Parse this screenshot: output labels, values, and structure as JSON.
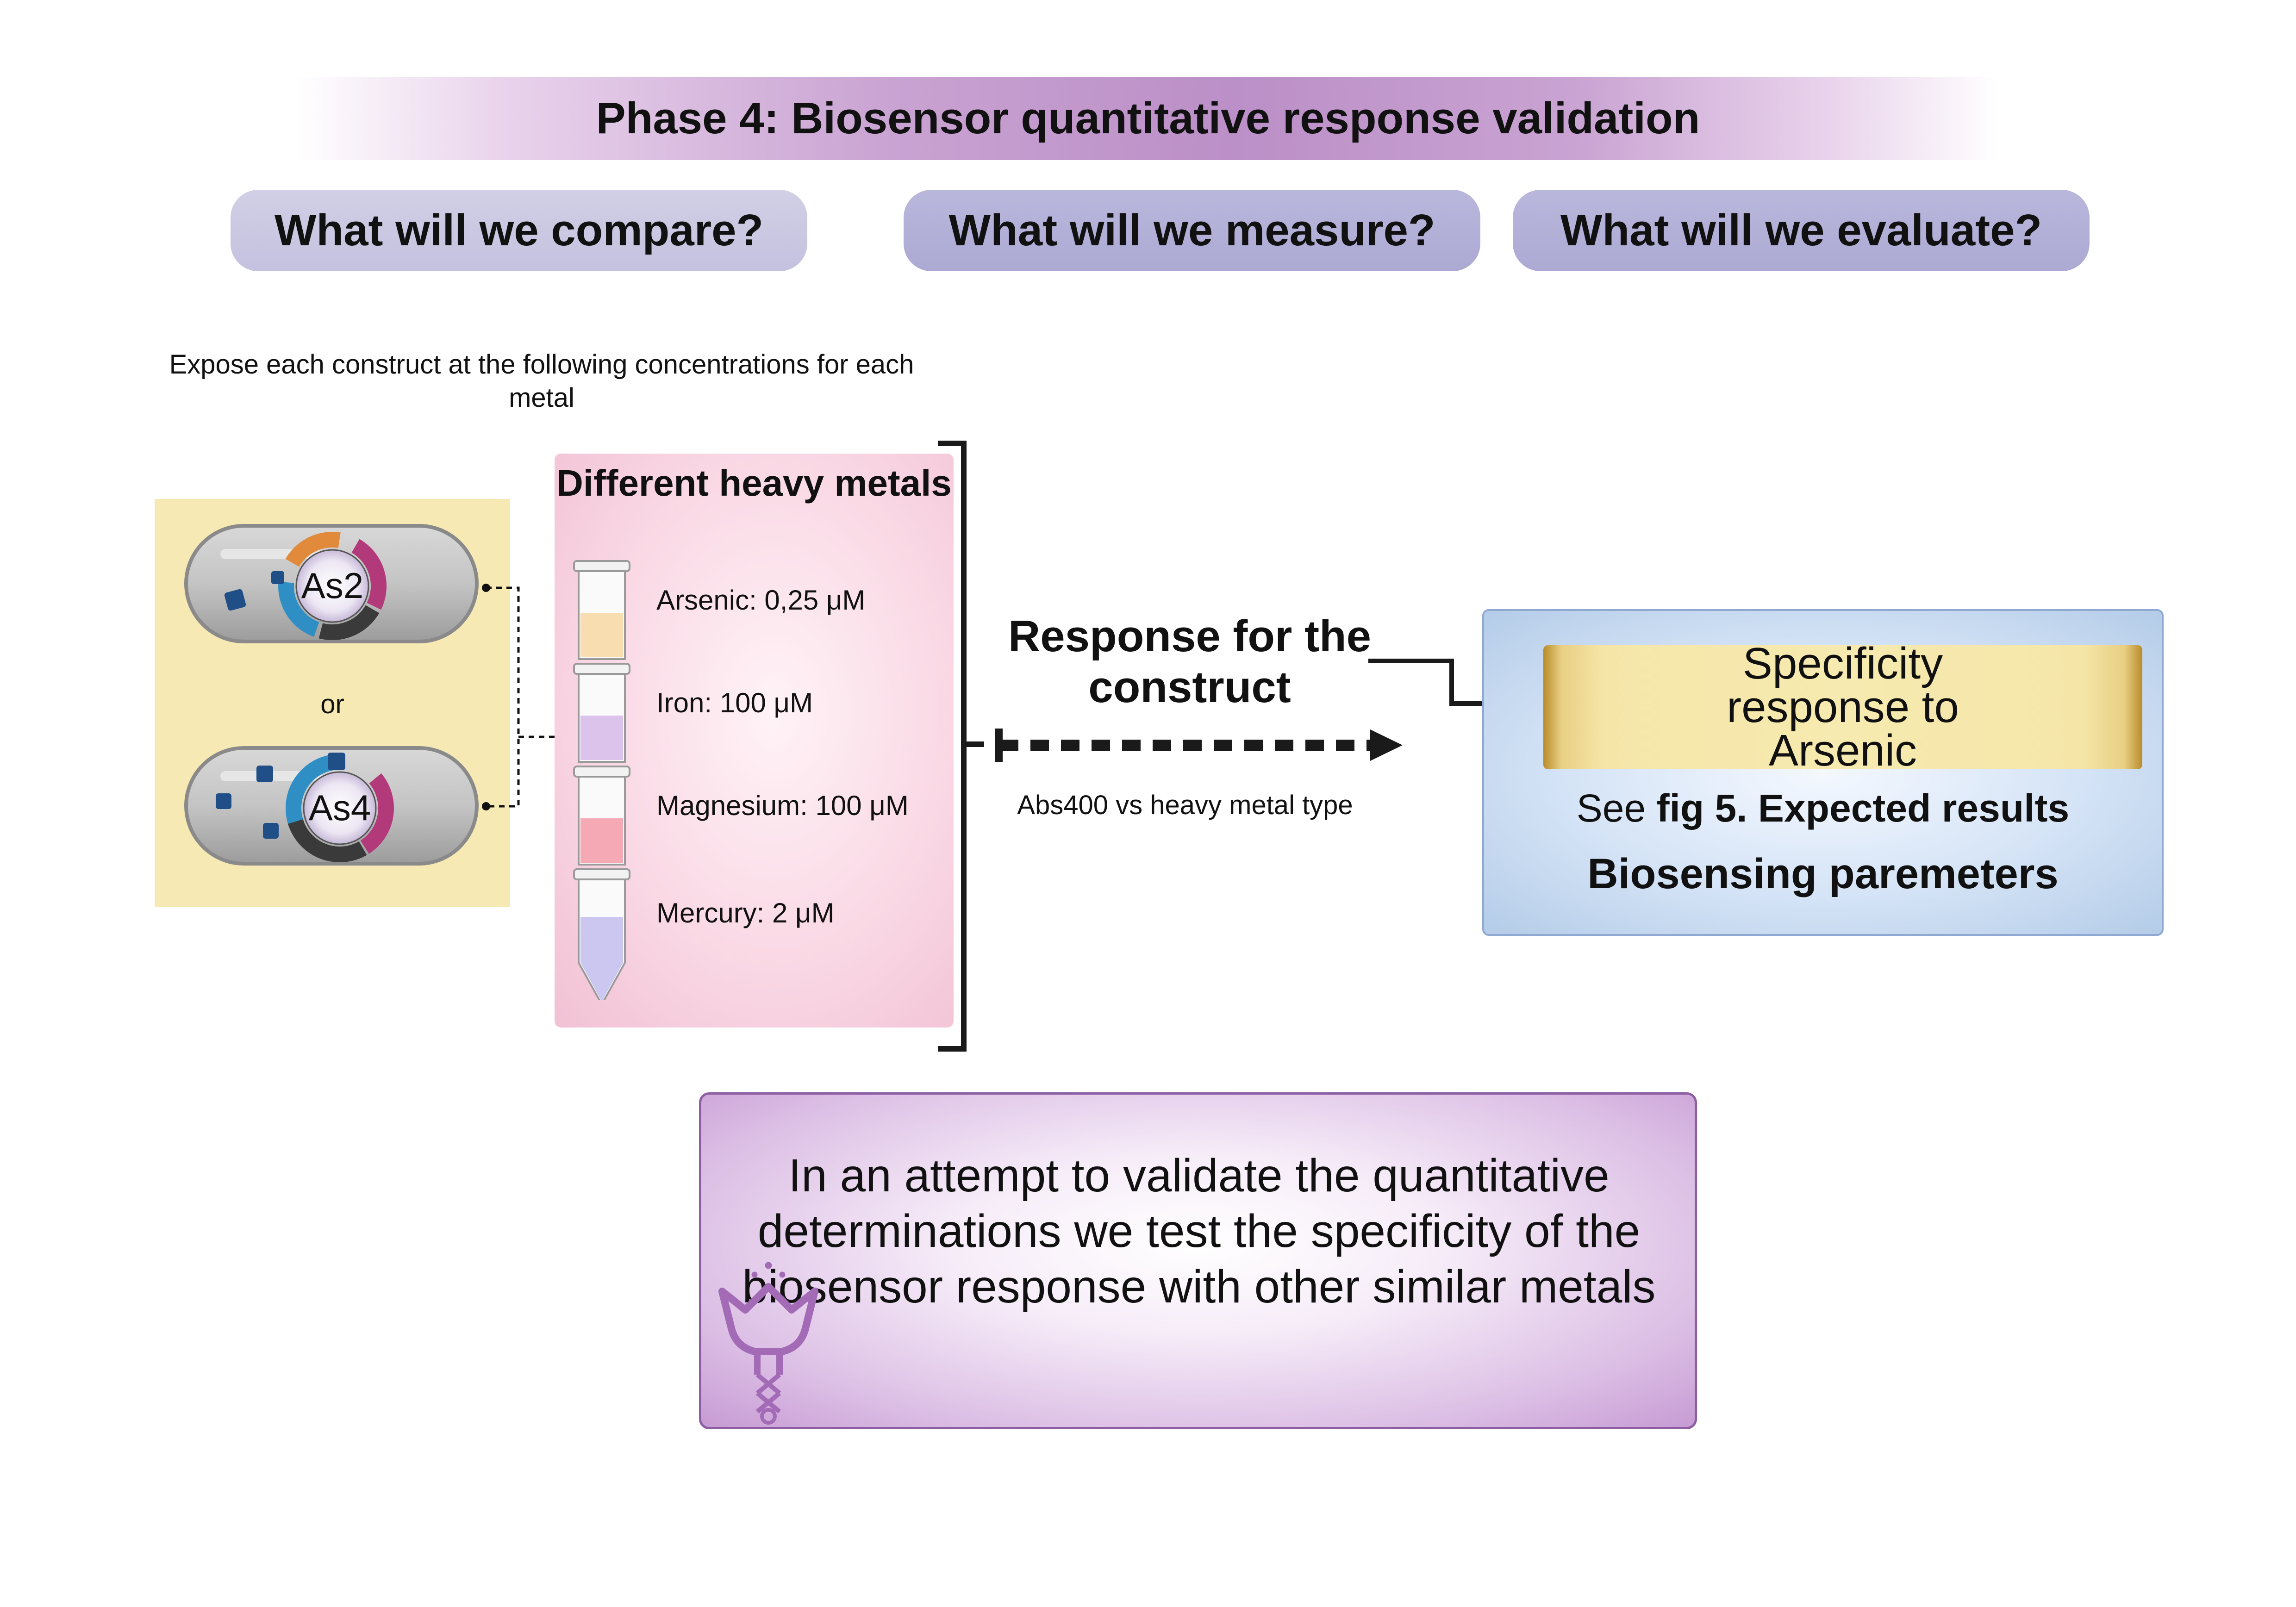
{
  "title": "Phase 4: Biosensor quantitative response validation",
  "questions": {
    "compare": "What will we compare?",
    "measure": "What will we measure?",
    "evaluate": "What will we evaluate?"
  },
  "expose_instruction": "Expose each construct at the following concentrations for each metal",
  "constructs": {
    "first": "As2",
    "separator": "or",
    "second": "As4"
  },
  "metals": {
    "title": "Different heavy metals",
    "items": [
      {
        "label": "Arsenic: 0,25 μM",
        "color": "#f7ddb0"
      },
      {
        "label": "Iron: 100 μM",
        "color": "#dcc3ec"
      },
      {
        "label": "Magnesium: 100 μM",
        "color": "#f4a9b4"
      },
      {
        "label": "Mercury: 2 μM",
        "color": "#cbc7f0"
      }
    ]
  },
  "response": {
    "title": "Response for the construct",
    "measure": "Abs400 vs heavy metal type"
  },
  "evaluation": {
    "specificity": "Specificity response to Arsenic",
    "see_prefix": "See ",
    "see_ref": "fig 5. Expected results",
    "biosensing": "Biosensing paremeters"
  },
  "summary": "In an attempt to validate the quantitative determinations we test the specificity of the biosensor response with other similar metals",
  "colors": {
    "title_band": "#bb8fc7",
    "pill": "#b9b7db",
    "yellow_panel": "#f6e9b3",
    "metals_box": "#f9d6e3",
    "blue_box": "#d4e3f6",
    "gold_box": "#f5e6a8",
    "summary_border": "#8e5ea3"
  }
}
